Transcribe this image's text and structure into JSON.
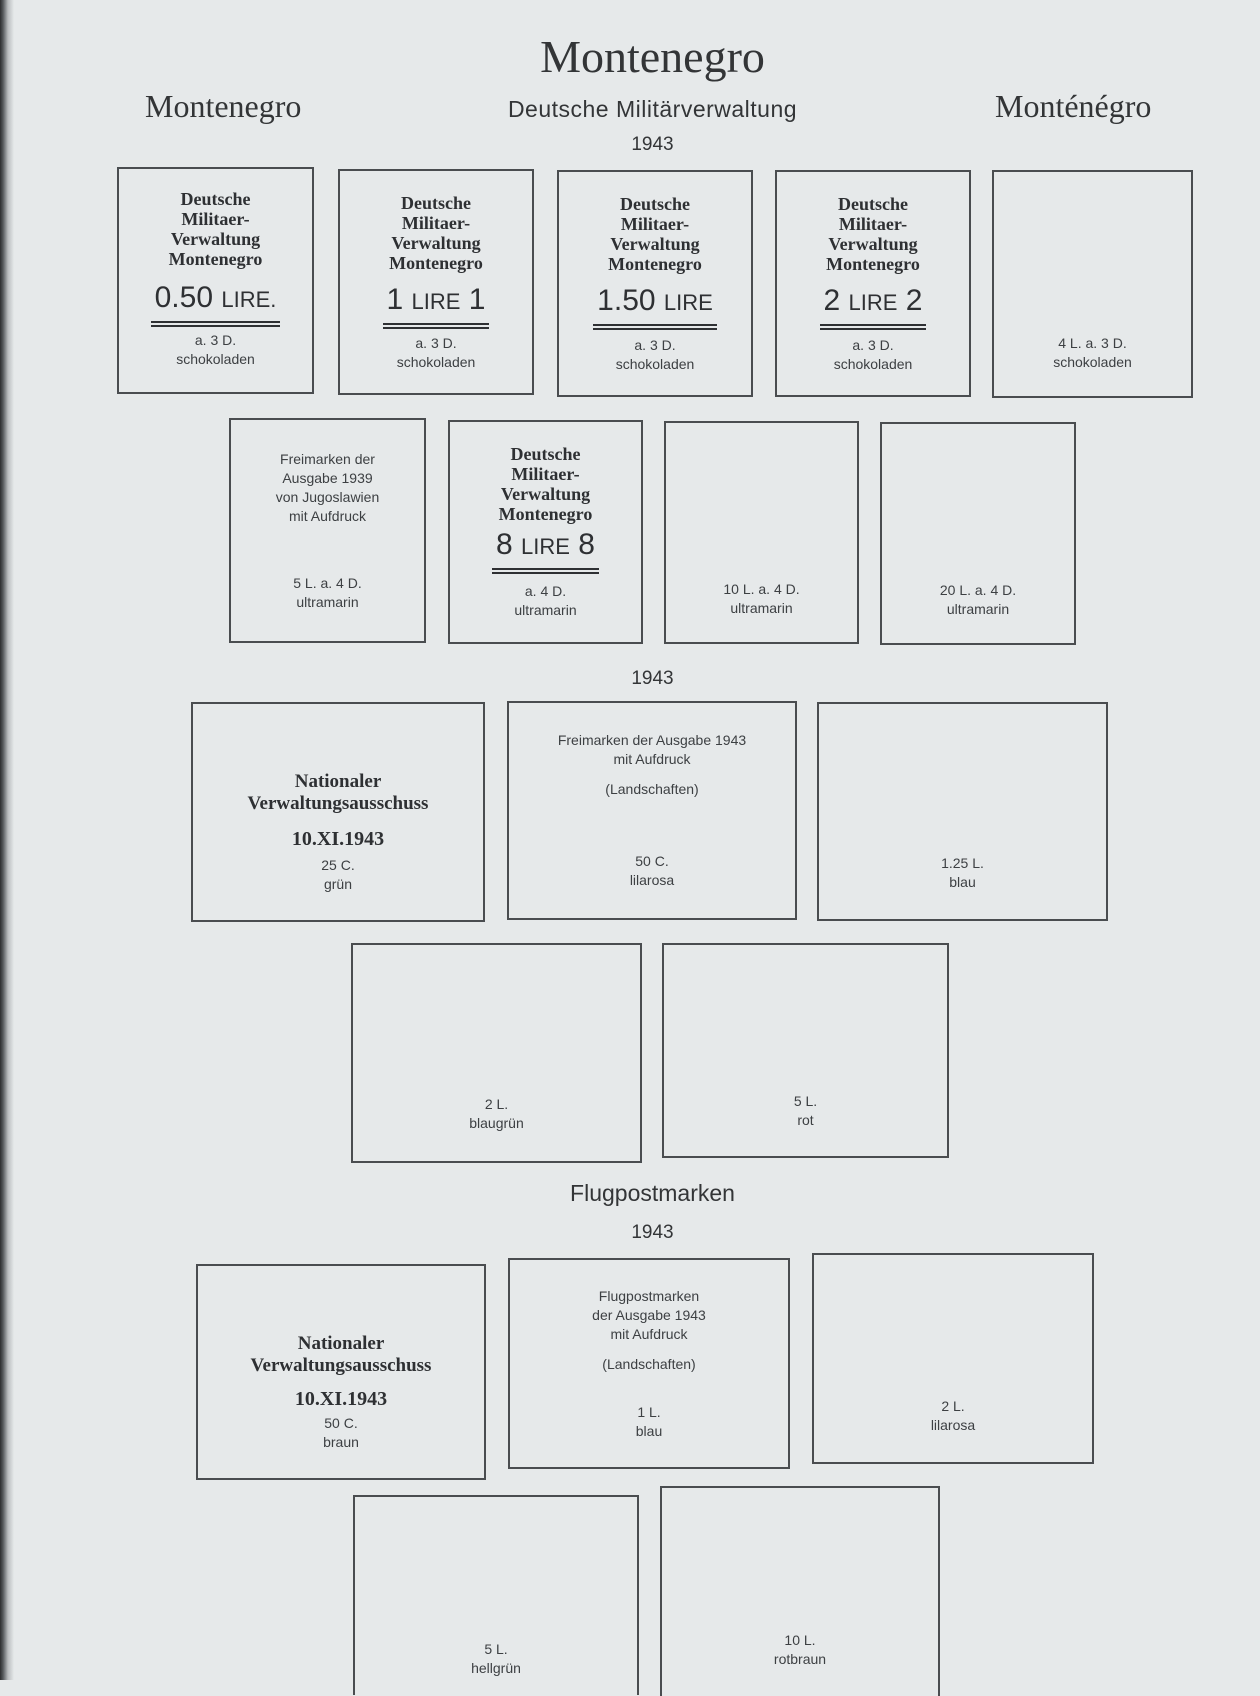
{
  "header": {
    "title": "Montenegro",
    "left": "Montenegro",
    "right": "Monténégro",
    "subtitle": "Deutsche Militärverwaltung",
    "year": "1943"
  },
  "overprint": {
    "line1": "Deutsche",
    "line2": "Militaer-",
    "line3": "Verwaltung",
    "line4": "Montenegro",
    "nat1": "Nationaler",
    "nat2": "Verwaltungsausschuss",
    "nat3": "10.XI.1943",
    "lire": "LIRE"
  },
  "row1": [
    {
      "num": "0.50",
      "suffix": "LIRE.",
      "desc": "a. 3 D.",
      "color": "schokoladen"
    },
    {
      "num": "1",
      "suffix": "1",
      "desc": "a. 3 D.",
      "color": "schokoladen"
    },
    {
      "num": "1.50",
      "suffix": "",
      "desc": "a. 3 D.",
      "color": "schokoladen"
    },
    {
      "num": "2",
      "suffix": "2",
      "desc": "a. 3 D.",
      "color": "schokoladen"
    },
    {
      "desc": "4 L. a. 3 D.",
      "color": "schokoladen"
    }
  ],
  "row2": {
    "note1": "Freimarken der",
    "note2": "Ausgabe 1939",
    "note3": "von Jugoslawien",
    "note4": "mit Aufdruck",
    "s1_desc": "5 L. a. 4 D.",
    "s1_color": "ultramarin",
    "s2_num": "8",
    "s2_suffix": "8",
    "s2_desc": "a. 4 D.",
    "s2_color": "ultramarin",
    "s3_desc": "10 L. a. 4 D.",
    "s3_color": "ultramarin",
    "s4_desc": "20 L. a. 4 D.",
    "s4_color": "ultramarin"
  },
  "section2": {
    "year": "1943",
    "note1": "Freimarken der Ausgabe 1943",
    "note2": "mit Aufdruck",
    "note3": "(Landschaften)",
    "s1_value": "25 C.",
    "s1_color": "grün",
    "s2_value": "50 C.",
    "s2_color": "lilarosa",
    "s3_value": "1.25 L.",
    "s3_color": "blau",
    "s4_value": "2 L.",
    "s4_color": "blaugrün",
    "s5_value": "5 L.",
    "s5_color": "rot"
  },
  "section3": {
    "title": "Flugpostmarken",
    "year": "1943",
    "note1": "Flugpostmarken",
    "note2": "der Ausgabe 1943",
    "note3": "mit Aufdruck",
    "note4": "(Landschaften)",
    "s1_value": "50 C.",
    "s1_color": "braun",
    "s2_value": "1 L.",
    "s2_color": "blau",
    "s3_value": "2 L.",
    "s3_color": "lilarosa",
    "s4_value": "5 L.",
    "s4_color": "hellgrün",
    "s5_value": "10 L.",
    "s5_color": "rotbraun"
  }
}
